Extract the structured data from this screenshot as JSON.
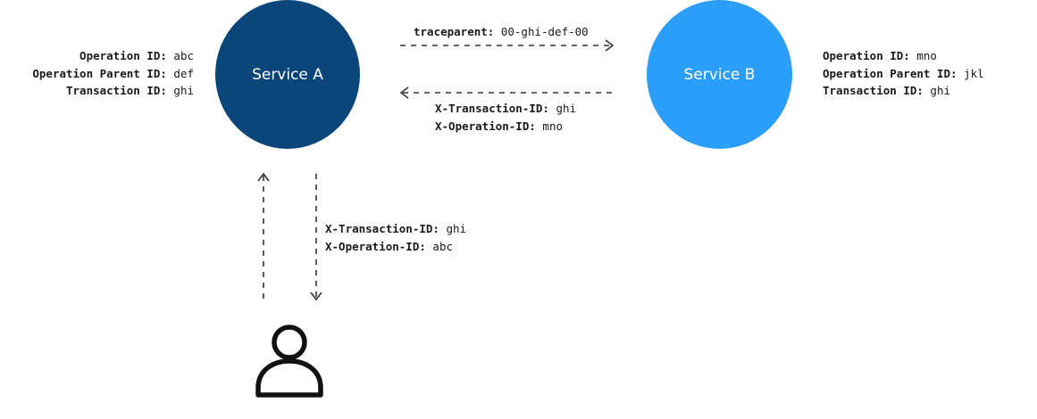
{
  "services": {
    "a": {
      "label": "Service A",
      "color": "#0b467b"
    },
    "b": {
      "label": "Service B",
      "color": "#2a9ef8"
    }
  },
  "service_a_ids": [
    {
      "key": "Operation ID:",
      "value": "abc"
    },
    {
      "key": "Operation Parent ID:",
      "value": "def"
    },
    {
      "key": "Transaction ID:",
      "value": "ghi"
    }
  ],
  "service_b_ids": [
    {
      "key": "Operation ID:",
      "value": "mno"
    },
    {
      "key": "Operation Parent ID:",
      "value": "jkl"
    },
    {
      "key": "Transaction ID:",
      "value": "ghi"
    }
  ],
  "request_header": {
    "key": "traceparent:",
    "value": "00-ghi-def-00"
  },
  "response_headers": [
    {
      "key": "X-Transaction-ID:",
      "value": "ghi"
    },
    {
      "key": "X-Operation-ID:",
      "value": "mno"
    }
  ],
  "user_response_headers": [
    {
      "key": "X-Transaction-ID:",
      "value": "ghi"
    },
    {
      "key": "X-Operation-ID:",
      "value": "abc"
    }
  ],
  "user_icon": "user-icon",
  "arrow_color": "#333333"
}
